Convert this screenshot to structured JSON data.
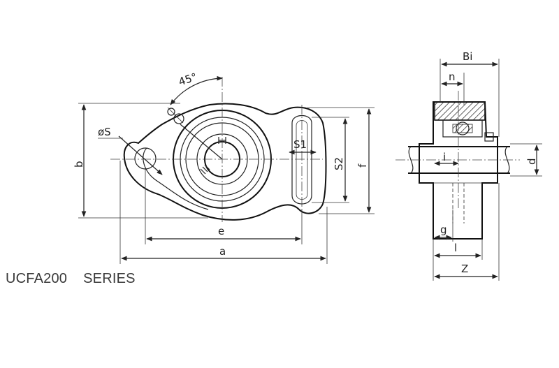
{
  "caption": {
    "model": "UCFA200",
    "series": "SERIES"
  },
  "front_view": {
    "angle_label": "45°",
    "bolt_hole_label": "øS",
    "labels": {
      "b": "b",
      "e": "e",
      "a": "a",
      "s1": "S1",
      "s2": "S2",
      "f": "f"
    }
  },
  "side_view": {
    "labels": {
      "bi": "Bi",
      "n": "n",
      "i": "i",
      "d": "d",
      "g": "g",
      "l": "l",
      "z": "Z"
    }
  }
}
